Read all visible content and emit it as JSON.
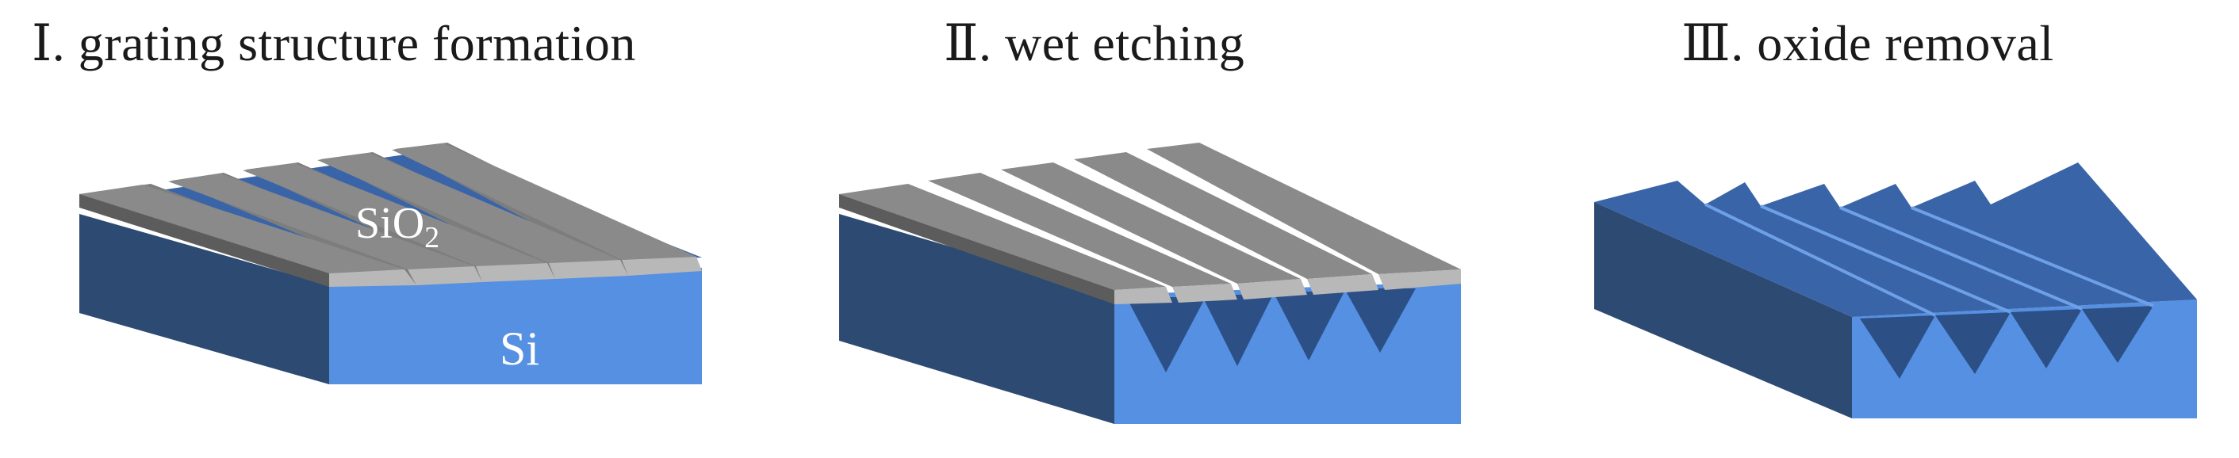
{
  "steps": [
    {
      "title": "Ⅰ. grating structure formation"
    },
    {
      "title": "Ⅱ. wet etching"
    },
    {
      "title": "Ⅲ. oxide removal"
    }
  ],
  "labels": {
    "oxide": "SiO",
    "oxide_subscript": "2",
    "substrate": "Si"
  },
  "colors": {
    "si_front": "#5590e2",
    "si_side": "#2d4a72",
    "si_top": "#3a64a8",
    "oxide_top": "#7d7d7d",
    "oxide_side": "#5c5c5c",
    "oxide_front": "#b8b8b8",
    "groove_dark": "#2c4f86"
  },
  "icons": [
    "si-substrate-block",
    "sio2-grating-strip",
    "v-groove"
  ]
}
